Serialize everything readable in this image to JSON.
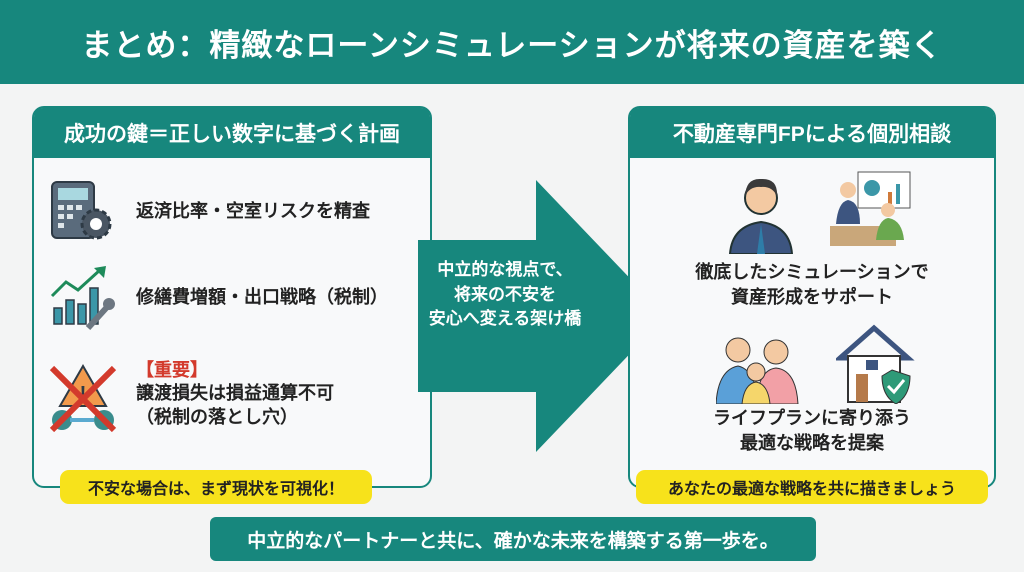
{
  "title": "まとめ：精緻なローンシミュレーションが将来の資産を築く",
  "left_panel": {
    "heading": "成功の鍵＝正しい数字に基づく計画",
    "items": [
      {
        "icon": "calculator-gear-icon",
        "text": "返済比率・空室リスクを精査"
      },
      {
        "icon": "chart-wrench-icon",
        "text": "修繕費増額・出口戦略（税制）"
      },
      {
        "icon": "warning-cross-icon",
        "badge": "【重要】",
        "text": "譲渡損失は損益通算不可",
        "subtext": "（税制の落とし穴）"
      }
    ],
    "callout": "不安な場合は、まず現状を可視化！"
  },
  "arrow": {
    "lines": [
      "中立的な視点で、",
      "将来の不安を",
      "安心へ変える架け橋"
    ]
  },
  "right_panel": {
    "heading": "不動産専門FPによる個別相談",
    "block1": [
      "徹底したシミュレーションで",
      "資産形成をサポート"
    ],
    "block2": [
      "ライフプランに寄り添う",
      "最適な戦略を提案"
    ],
    "callout": "あなたの最適な戦略を共に描きましょう"
  },
  "footer": "中立的なパートナーと共に、確かな未来を構築する第一歩を。",
  "colors": {
    "teal": "#17877d",
    "yellow": "#f7e21b",
    "red": "#d33a2c"
  }
}
